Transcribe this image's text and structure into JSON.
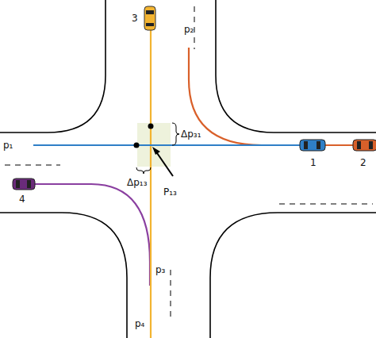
{
  "diagram": {
    "labels": [
      "3",
      "p₂",
      "p₁",
      "Δp₃₁",
      "1",
      "2",
      "P₁₃",
      "Δp₁₃",
      "4",
      "p₃",
      "p₄"
    ]
  }
}
